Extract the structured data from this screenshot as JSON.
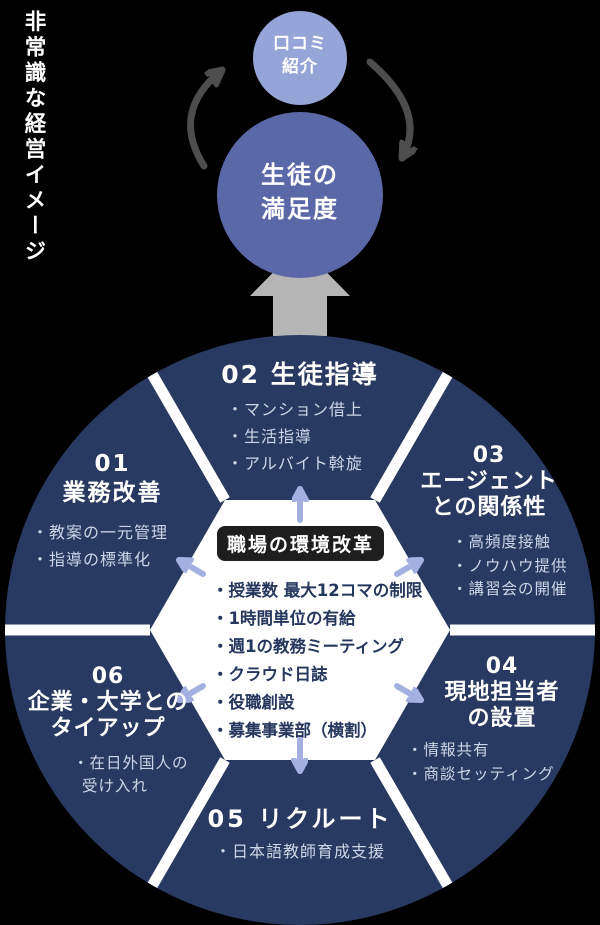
{
  "page_title": "非常識な経営イメージ",
  "cycle": {
    "referral_circle": {
      "lines": [
        "口コミ",
        "紹介"
      ]
    },
    "satisfaction_circle": {
      "lines": [
        "生徒の",
        "満足度"
      ]
    }
  },
  "center": {
    "badge": "職場の環境改革",
    "items": [
      "・授業数 最大12コマの制限",
      "・1時間単位の有給",
      "・週1の教務ミーティング",
      "・クラウド日誌",
      "・役職創設",
      "・募集事業部（横割）"
    ]
  },
  "sectors": [
    {
      "id": "01",
      "title_lines": [
        "01",
        "業務改善"
      ],
      "bullets": [
        "・教案の一元管理",
        "・指導の標準化"
      ]
    },
    {
      "id": "02",
      "title_lines": [
        "02  生徒指導"
      ],
      "bullets": [
        "・マンション借上",
        "・生活指導",
        "・アルバイト斡旋"
      ]
    },
    {
      "id": "03",
      "title_lines": [
        "03",
        "エージェント",
        "との関係性"
      ],
      "bullets": [
        "・高頻度接触",
        "・ノウハウ提供",
        "・講習会の開催"
      ]
    },
    {
      "id": "04",
      "title_lines": [
        "04",
        "現地担当者",
        "の設置"
      ],
      "bullets": [
        "・情報共有",
        "・商談セッティング"
      ]
    },
    {
      "id": "05",
      "title_lines": [
        "05 リクルート"
      ],
      "bullets": [
        "・日本語教師育成支援"
      ]
    },
    {
      "id": "06",
      "title_lines": [
        "06",
        "企業・大学との",
        "タイアップ"
      ],
      "bullets": [
        "・在日外国人の",
        "受け入れ"
      ]
    }
  ],
  "colors": {
    "background": "#000000",
    "wheel_navy": "#283a61",
    "hexagon_white": "#ffffff",
    "divider_white": "#ffffff",
    "referral_circle_fill": "#95a5d7",
    "satisfaction_circle_fill": "#5a68a8",
    "cycle_arrow_gray": "#4d4d4d",
    "big_arrow_gray": "#b5b5b5",
    "radial_arrow_periwinkle": "#a3b0e1",
    "badge_bg": "#1e1e1e",
    "center_text_navy": "#26375e",
    "sector_bullet_text": "#ccd5e7"
  }
}
